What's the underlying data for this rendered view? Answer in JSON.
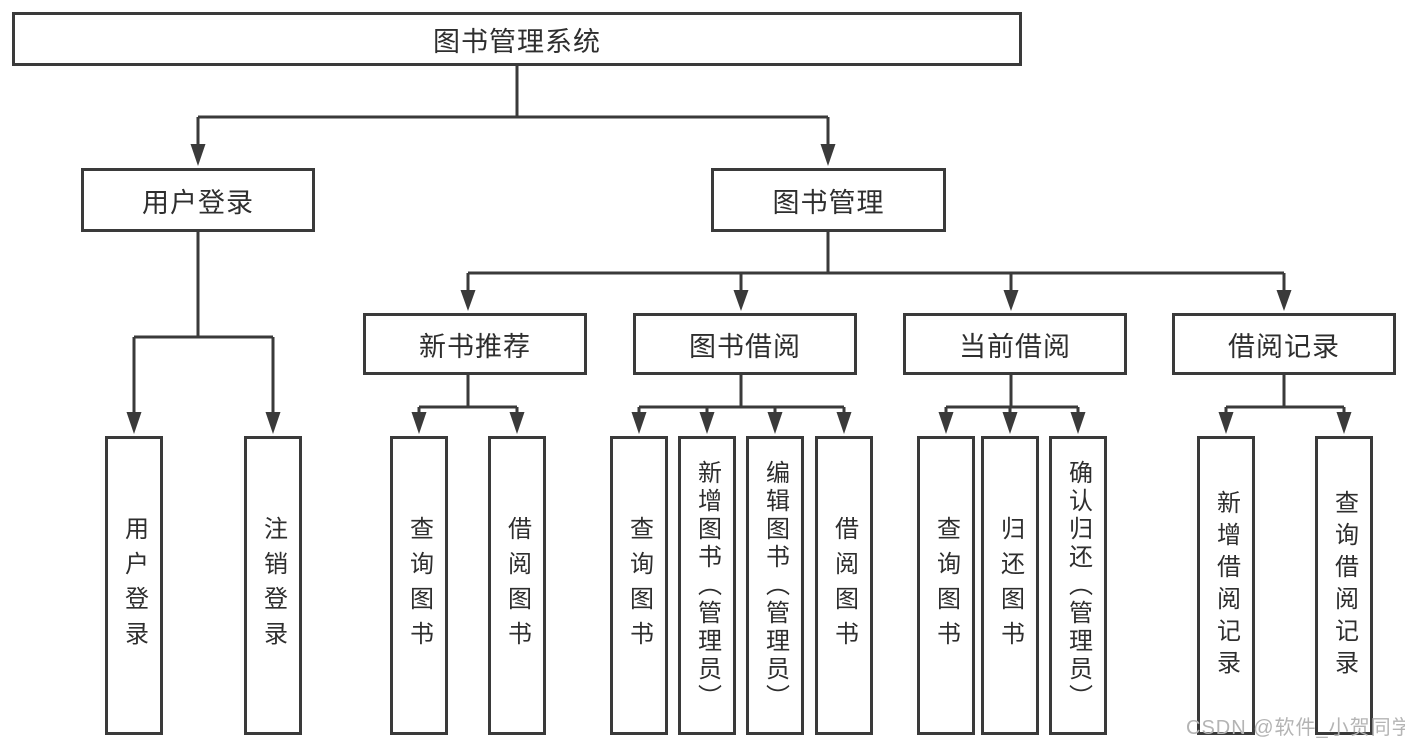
{
  "diagram": {
    "title": "图书管理系统",
    "root": {
      "label": "图书管理系统"
    },
    "level2": [
      {
        "label": "用户登录"
      },
      {
        "label": "图书管理"
      }
    ],
    "level3": [
      {
        "label": "新书推荐",
        "parent": "图书管理"
      },
      {
        "label": "图书借阅",
        "parent": "图书管理"
      },
      {
        "label": "当前借阅",
        "parent": "图书管理"
      },
      {
        "label": "借阅记录",
        "parent": "图书管理"
      }
    ],
    "leaves": [
      {
        "label": "用户登录",
        "parent": "用户登录"
      },
      {
        "label": "注销登录",
        "parent": "用户登录"
      },
      {
        "label": "查询图书",
        "parent": "新书推荐"
      },
      {
        "label": "借阅图书",
        "parent": "新书推荐"
      },
      {
        "label": "查询图书",
        "parent": "图书借阅"
      },
      {
        "label": "新增图书（管理员）",
        "parent": "图书借阅"
      },
      {
        "label": "编辑图书（管理员）",
        "parent": "图书借阅"
      },
      {
        "label": "借阅图书",
        "parent": "图书借阅"
      },
      {
        "label": "查询图书",
        "parent": "当前借阅"
      },
      {
        "label": "归还图书",
        "parent": "当前借阅"
      },
      {
        "label": "确认归还（管理员）",
        "parent": "当前借阅"
      },
      {
        "label": "新增借阅记录",
        "parent": "借阅记录"
      },
      {
        "label": "查询借阅记录",
        "parent": "借阅记录"
      }
    ]
  },
  "watermark": {
    "text": "CSDN @软件_小贺同学"
  },
  "colors": {
    "line": "#3a3a3a",
    "box_border": "#3a3a3a",
    "box_background": "#ffffff",
    "text": "#2e2e2e",
    "watermark": "#b4b4b4",
    "page_background": "#ffffff"
  }
}
